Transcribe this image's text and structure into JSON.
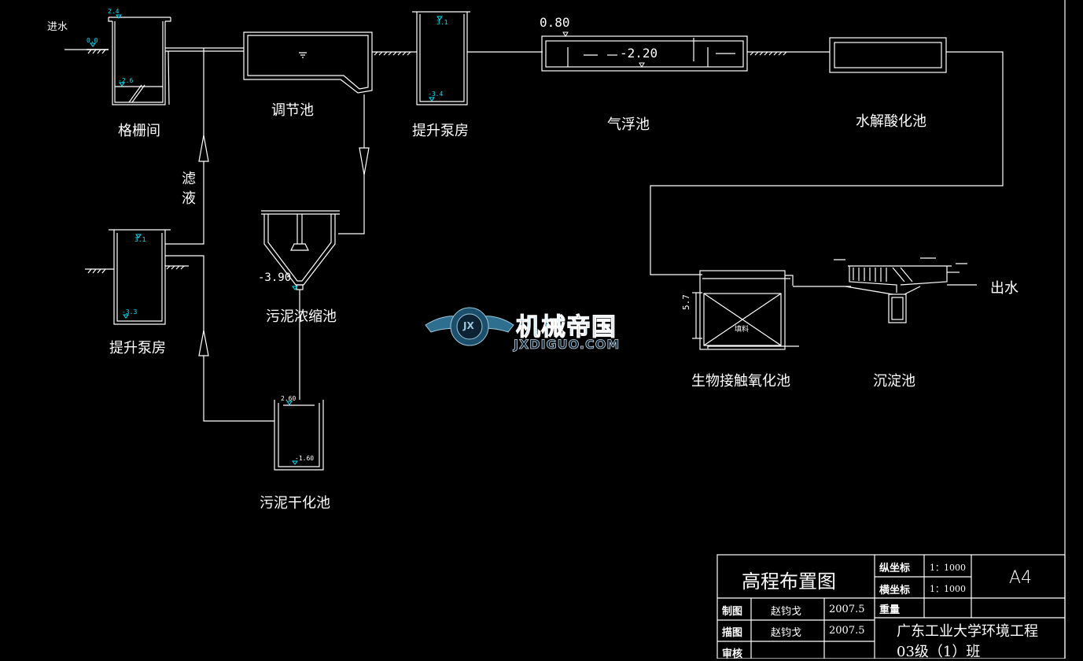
{
  "labels": {
    "inlet": "进水",
    "screen_room": "格栅间",
    "equalization_tank": "调节池",
    "pump_house_1": "提升泵房",
    "air_flotation": "气浮池",
    "hydrolysis_tank": "水解酸化池",
    "filtrate_1": "滤",
    "filtrate_2": "液",
    "pump_house_2": "提升泵房",
    "sludge_thickener": "污泥浓缩池",
    "sludge_drying": "污泥干化池",
    "bio_contact_oxidation": "生物接触氧化池",
    "sedimentation_tank": "沉淀池",
    "outlet": "出水",
    "packing": "填料"
  },
  "elevations": {
    "screen_top": "2.4",
    "ground_inlet": "0.0",
    "screen_water": "-2.6",
    "pump1_top": "3.1",
    "pump1_bottom": "-3.4",
    "flotation_left": "0.80",
    "flotation_mid": "-2.20",
    "pump2_top": "3.1",
    "pump2_bottom": "-3.3",
    "thickener": "-3.90",
    "drying_top": "2.60",
    "drying_bottom": "-1.60",
    "bio_height": "5.7"
  },
  "watermark": {
    "cn": "机械帝国",
    "en": "JXDIGUO.COM",
    "badge": "JX"
  },
  "title_block": {
    "title": "高程布置图",
    "vertical_scale_label": "纵坐标",
    "vertical_scale": "1：1000",
    "horizontal_scale_label": "横坐标",
    "horizontal_scale": "1：1000",
    "sheet_size": "A4",
    "weight_label": "重量",
    "drawn_label": "制图",
    "drawn_by": "赵钧戈",
    "drawn_date": "2007.5",
    "traced_label": "描图",
    "traced_by": "赵钧戈",
    "traced_date": "2007.5",
    "checked_label": "审核",
    "school": "广东工业大学环境工程",
    "class": "03级（1）班"
  },
  "colors": {
    "background": "#000000",
    "line": "#ffffff",
    "elevation_text": "#00e5ff",
    "watermark": "#2e94c8"
  }
}
